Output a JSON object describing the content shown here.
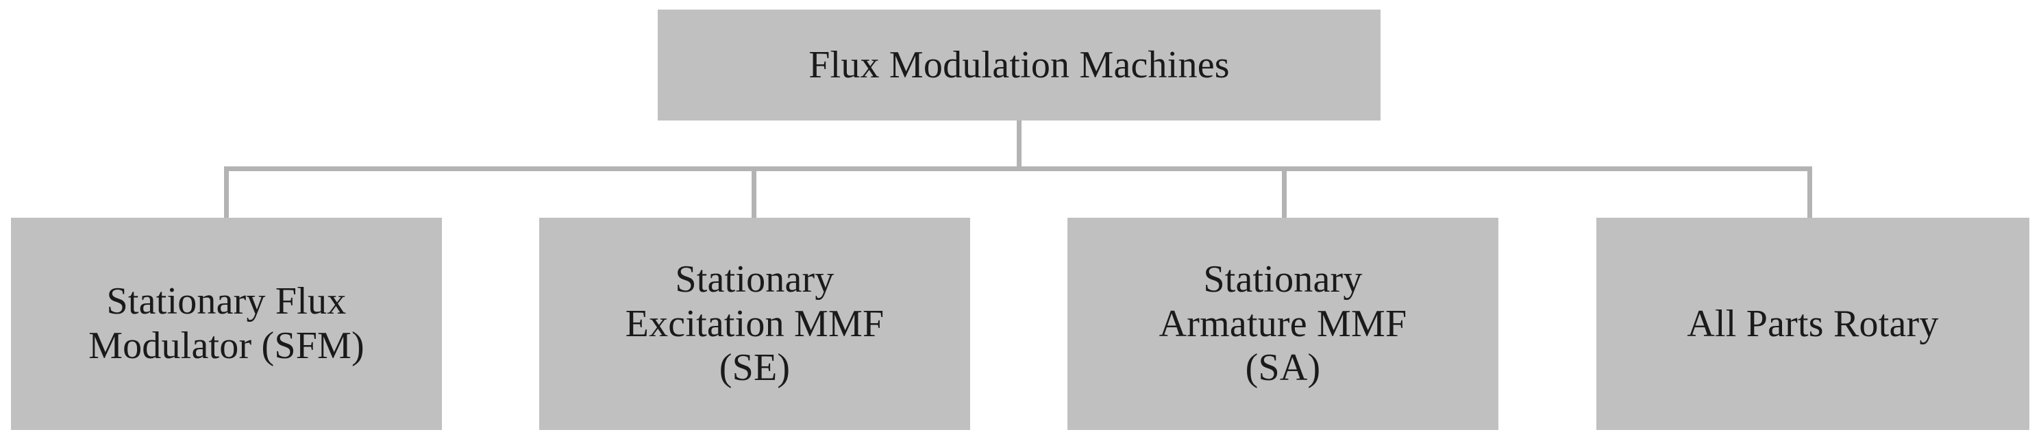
{
  "diagram": {
    "type": "tree-hierarchy",
    "orientation": "top-down",
    "levels": 2,
    "colors": {
      "node_fill": "#c0c0c0",
      "node_text": "#1a1a1a",
      "connector": "#b3b3b3",
      "background": "#ffffff"
    },
    "root": {
      "id": "flux-modulation-machines",
      "label": "Flux Modulation Machines"
    },
    "children": [
      {
        "id": "stationary-flux-modulator",
        "label": "Stationary Flux\nModulator (SFM)",
        "abbreviation": "SFM"
      },
      {
        "id": "stationary-excitation-mmf",
        "label": "Stationary\nExcitation MMF\n(SE)",
        "abbreviation": "SE"
      },
      {
        "id": "stationary-armature-mmf",
        "label": "Stationary\nArmature MMF\n(SA)",
        "abbreviation": "SA"
      },
      {
        "id": "all-parts-rotary",
        "label": "All Parts Rotary",
        "abbreviation": ""
      }
    ]
  }
}
